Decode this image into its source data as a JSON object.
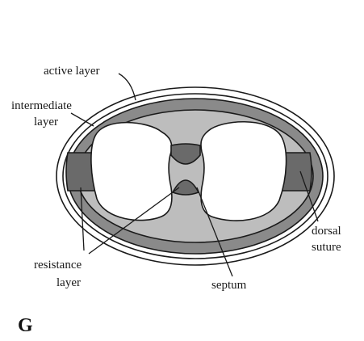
{
  "labels": {
    "active_layer": "active layer",
    "intermediate_layer_line1": "intermediate",
    "intermediate_layer_line2": "layer",
    "resistance_layer_line1": "resistance",
    "resistance_layer_line2": "layer",
    "septum": "septum",
    "dorsal_suture_line1": "dorsal",
    "dorsal_suture_line2": "suture"
  },
  "panel_letter": "G",
  "colors": {
    "background": "#ffffff",
    "active_layer": "#8a8a8a",
    "intermediate_layer": "#bdbdbd",
    "resistance_layer": "#6a6a6a",
    "locule": "#ffffff",
    "outline": "#1a1a1a"
  }
}
